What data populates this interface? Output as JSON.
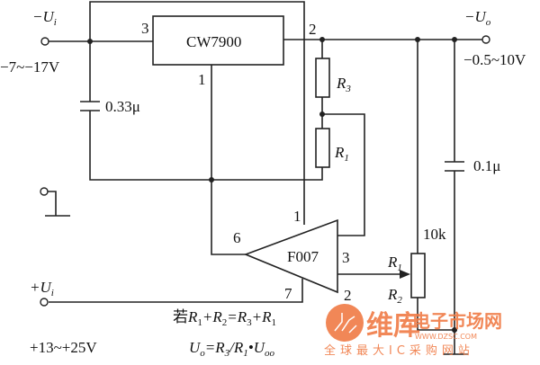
{
  "regulator": {
    "name": "CW7900",
    "pin_in": "3",
    "pin_out": "2",
    "pin_gnd": "1"
  },
  "opamp": {
    "name": "F007",
    "pin1": "1",
    "pin2": "2",
    "pin3": "3",
    "pin6": "6",
    "pin7": "7"
  },
  "input_neg": {
    "sign": "−",
    "symbol": "U",
    "sub": "i",
    "range": "−7~−17V"
  },
  "input_pos": {
    "sign": "+",
    "symbol": "U",
    "sub": "i",
    "range": "+13~+25V"
  },
  "output": {
    "sign": "−",
    "symbol": "U",
    "sub": "o",
    "range": "−0.5~10V"
  },
  "components": {
    "c_in": "0.33μ",
    "c_out": "0.1μ",
    "r3": {
      "symbol": "R",
      "sub": "3"
    },
    "r1": {
      "symbol": "R",
      "sub": "1"
    },
    "pot": {
      "value": "10k",
      "r1": {
        "symbol": "R",
        "sub": "1"
      },
      "r2": {
        "symbol": "R",
        "sub": "2"
      }
    }
  },
  "formulas": {
    "line1": {
      "prefix": "若",
      "parts": [
        "R",
        "1",
        "+R",
        "2",
        "=R",
        "3",
        "+R",
        "1"
      ]
    },
    "line2": {
      "parts": [
        "U",
        "o",
        "=R",
        "3",
        "/R",
        "1",
        "•U",
        "oo"
      ]
    }
  },
  "watermark": {
    "brand": "维库",
    "name": "电子市场网",
    "url": "WWW.DZSC.COM",
    "slogan": "全球最大IC采购网站",
    "color": "#f07b45"
  }
}
